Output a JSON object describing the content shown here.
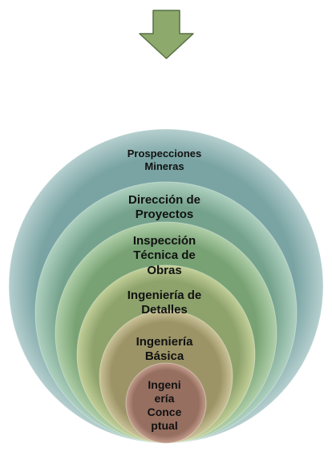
{
  "arrow": {
    "direction": "down",
    "fill": "#8daa6c",
    "stroke": "#566f43"
  },
  "rings": [
    {
      "id": "prospecciones",
      "label": "Prospecciones\nMineras",
      "fill": "#79a4a3",
      "glow": "#b6cfcf"
    },
    {
      "id": "direccion",
      "label": "Dirección de\nProyectos",
      "fill": "#74a28c",
      "glow": "#aed0bf"
    },
    {
      "id": "inspeccion",
      "label": "Inspección\nTécnica de\nObras",
      "fill": "#78a274",
      "glow": "#b0cfa9"
    },
    {
      "id": "detalles",
      "label": "Ingeniería de\nDetalles",
      "fill": "#8ea26c",
      "glow": "#c2cf98"
    },
    {
      "id": "basica",
      "label": "Ingeniería\nBásica",
      "fill": "#9c9467",
      "glow": "#cbc398"
    },
    {
      "id": "conceptual",
      "label": "Ingeni\nería\nConce\nptual",
      "fill": "#966f60",
      "glow": "#c39c8c"
    }
  ]
}
